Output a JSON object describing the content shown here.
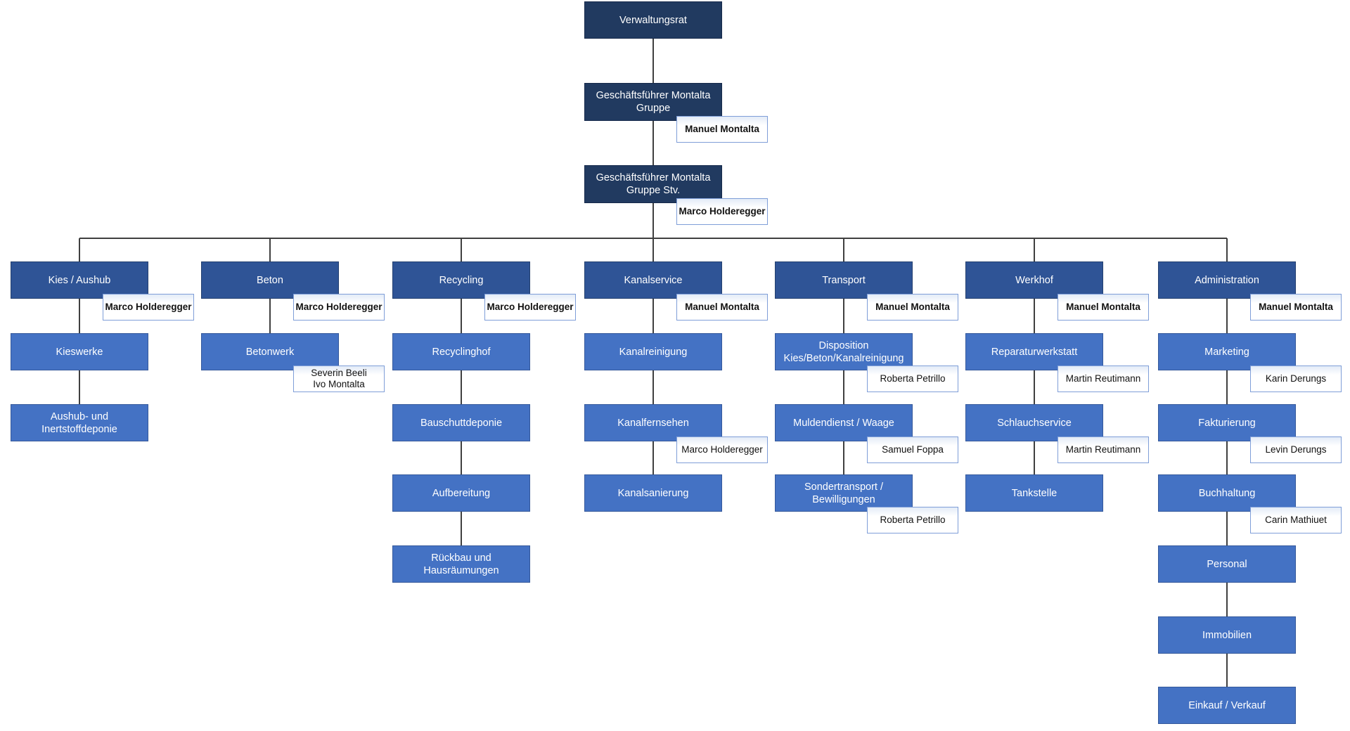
{
  "diagram": {
    "type": "org-chart",
    "background": "#ffffff",
    "colors": {
      "executive_fill": "#213a60",
      "department_fill": "#2f5496",
      "unit_fill": "#4472c4",
      "box_text": "#ffffff",
      "name_box_fill": "#ffffff",
      "name_box_border": "#7f9ed8",
      "name_text": "#111111",
      "connector": "#3f3f3f"
    },
    "top_chain": [
      {
        "id": "verwaltungsrat",
        "lines": [
          "Verwaltungsrat"
        ],
        "person": null
      },
      {
        "id": "geschaeftsfuehrer",
        "lines": [
          "Geschäftsführer Montalta",
          "Gruppe"
        ],
        "person": {
          "lines": [
            "Manuel Montalta"
          ],
          "bold": true
        }
      },
      {
        "id": "geschaeftsfuehrer-stv",
        "lines": [
          "Geschäftsführer Montalta",
          "Gruppe Stv."
        ],
        "person": {
          "lines": [
            "Marco Holderegger"
          ],
          "bold": true
        }
      }
    ],
    "columns": [
      {
        "head": {
          "lines": [
            "Kies / Aushub"
          ],
          "person": {
            "lines": [
              "Marco Holderegger"
            ],
            "bold": true
          }
        },
        "children": [
          {
            "lines": [
              "Kieswerke"
            ]
          },
          {
            "lines": [
              "Aushub- und",
              "Inertstoffdeponie"
            ]
          }
        ]
      },
      {
        "head": {
          "lines": [
            "Beton"
          ],
          "person": {
            "lines": [
              "Marco Holderegger"
            ],
            "bold": true
          }
        },
        "children": [
          {
            "lines": [
              "Betonwerk"
            ],
            "person": {
              "lines": [
                "Severin Beeli",
                "Ivo Montalta"
              ],
              "bold": false
            }
          }
        ]
      },
      {
        "head": {
          "lines": [
            "Recycling"
          ],
          "person": {
            "lines": [
              "Marco Holderegger"
            ],
            "bold": true
          }
        },
        "children": [
          {
            "lines": [
              "Recyclinghof"
            ]
          },
          {
            "lines": [
              "Bauschuttdeponie"
            ]
          },
          {
            "lines": [
              "Aufbereitung"
            ]
          },
          {
            "lines": [
              "Rückbau und Hausräumungen"
            ]
          }
        ]
      },
      {
        "head": {
          "lines": [
            "Kanalservice"
          ],
          "person": {
            "lines": [
              "Manuel Montalta"
            ],
            "bold": true
          }
        },
        "children": [
          {
            "lines": [
              "Kanalreinigung"
            ]
          },
          {
            "lines": [
              "Kanalfernsehen"
            ],
            "person": {
              "lines": [
                "Marco Holderegger"
              ],
              "bold": false
            }
          },
          {
            "lines": [
              "Kanalsanierung"
            ]
          }
        ]
      },
      {
        "head": {
          "lines": [
            "Transport"
          ],
          "person": {
            "lines": [
              "Manuel Montalta"
            ],
            "bold": true
          }
        },
        "children": [
          {
            "lines": [
              "Disposition",
              "Kies/Beton/Kanalreinigung"
            ],
            "person": {
              "lines": [
                "Roberta Petrillo"
              ],
              "bold": false
            }
          },
          {
            "lines": [
              "Muldendienst / Waage"
            ],
            "person": {
              "lines": [
                "Samuel Foppa"
              ],
              "bold": false
            }
          },
          {
            "lines": [
              "Sondertransport /",
              "Bewilligungen"
            ],
            "person": {
              "lines": [
                "Roberta Petrillo"
              ],
              "bold": false
            }
          }
        ]
      },
      {
        "head": {
          "lines": [
            "Werkhof"
          ],
          "person": {
            "lines": [
              "Manuel Montalta"
            ],
            "bold": true
          }
        },
        "children": [
          {
            "lines": [
              "Reparaturwerkstatt"
            ],
            "person": {
              "lines": [
                "Martin Reutimann"
              ],
              "bold": false
            }
          },
          {
            "lines": [
              "Schlauchservice"
            ],
            "person": {
              "lines": [
                "Martin Reutimann"
              ],
              "bold": false
            }
          },
          {
            "lines": [
              "Tankstelle"
            ]
          }
        ]
      },
      {
        "head": {
          "lines": [
            "Administration"
          ],
          "person": {
            "lines": [
              "Manuel Montalta"
            ],
            "bold": true
          }
        },
        "children": [
          {
            "lines": [
              "Marketing"
            ],
            "person": {
              "lines": [
                "Karin Derungs"
              ],
              "bold": false
            }
          },
          {
            "lines": [
              "Fakturierung"
            ],
            "person": {
              "lines": [
                "Levin Derungs"
              ],
              "bold": false
            }
          },
          {
            "lines": [
              "Buchhaltung"
            ],
            "person": {
              "lines": [
                "Carin Mathiuet"
              ],
              "bold": false
            }
          },
          {
            "lines": [
              "Personal"
            ]
          },
          {
            "lines": [
              "Immobilien"
            ]
          },
          {
            "lines": [
              "Einkauf / Verkauf"
            ]
          }
        ]
      }
    ]
  }
}
